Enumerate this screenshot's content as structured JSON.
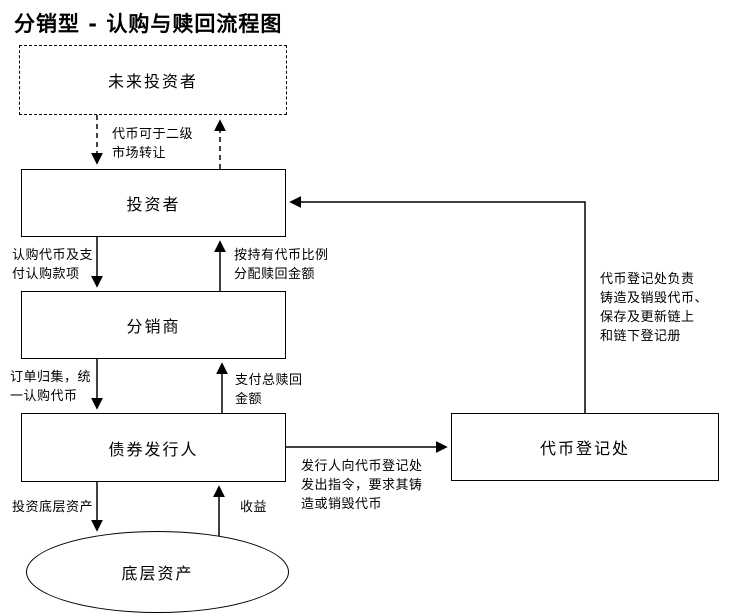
{
  "title": "分销型 - 认购与赎回流程图",
  "nodes": {
    "future_investor": "未来投资者",
    "investor": "投资者",
    "distributor": "分销商",
    "bond_issuer": "债券发行人",
    "underlying_asset": "底层资产",
    "token_registry": "代币登记处"
  },
  "edge_labels": {
    "secondary_transfer": "代币可于二级\n市场转让",
    "subscribe": "认购代币及支\n付认购款项",
    "allocate_redemption": "按持有代币比例\n分配赎回金额",
    "order_aggregation": "订单归集，统\n一认购代币",
    "pay_total_redemption": "支付总赎回\n金额",
    "invest_underlying": "投资底层资产",
    "income": "收益",
    "issuer_instruction": "发行人向代币登记处\n发出指令，要求其铸\n造或销毁代币",
    "registry_duty": "代币登记处负责\n铸造及销毁代币、\n保存及更新链上\n和链下登记册"
  },
  "colors": {
    "line": "#000000",
    "background": "#ffffff",
    "text": "#000000"
  }
}
